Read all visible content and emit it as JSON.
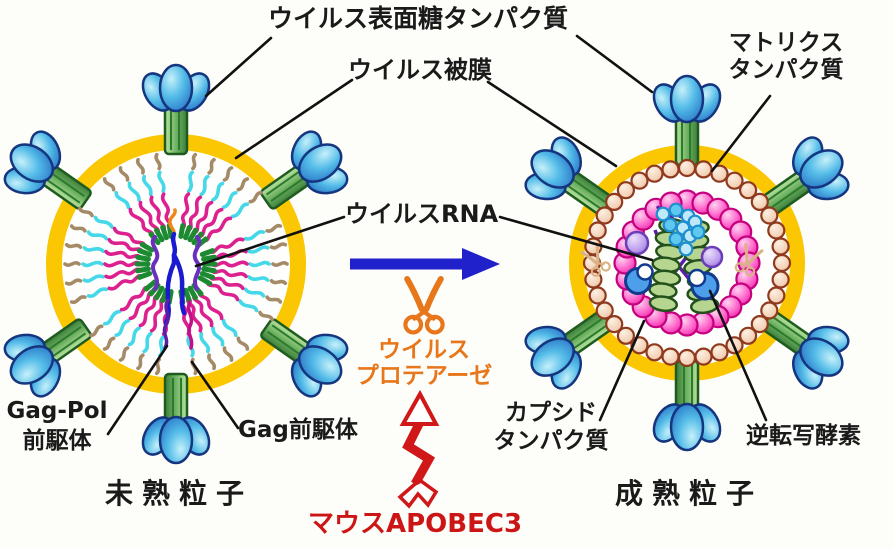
{
  "figure": {
    "labels": {
      "surface_glycoprotein": "ウイルス表面糖タンパク質",
      "envelope": "ウイルス被膜",
      "viral_rna": "ウイルスRNA",
      "matrix_line1": "マトリクス",
      "matrix_line2": "タンパク質",
      "protease_line1": "ウイルス",
      "protease_line2": "プロテアーゼ",
      "gag_pol_line1": "Gag-Pol",
      "gag_pol_line2": "前駆体",
      "gag_precursor": "Gag前駆体",
      "capsid_line1": "カプシド",
      "capsid_line2": "タンパク質",
      "reverse_transcriptase": "逆転写酵素",
      "immature_particle": "未熟粒子",
      "mature_particle": "成熟粒子",
      "mouse_apobec3": "マウスAPOBEC3"
    },
    "icons": {
      "protease_scissors": "scissors-icon",
      "capsid_scissors": "small-tan-scissors-icon",
      "maturation_arrow": "arrow-right-icon",
      "inhibition_arrow": "red-zigzag-arrow-icon"
    },
    "colors": {
      "envelope_yellow": "#FBC702",
      "spike_blue": "#3B9AD9",
      "spike_stem_green": "#5FA850",
      "gag_tan": "#A58A68",
      "gag_cyan": "#45D8E8",
      "gag_magenta": "#DD2090",
      "gag_green": "#1C8A30",
      "rna_purple": "#6A2FBF",
      "rna_blue": "#1A1AD0",
      "matrix_bead_beige": "#F5DBC8",
      "capsid_bead_pink": "#FF5FC8",
      "nucleocapsid_coil_green": "#B6D690",
      "protease_orange": "#E8761A",
      "apobec_red": "#CC1515",
      "arrow_blue": "#2121CC",
      "label_black": "#1A1A1A"
    }
  }
}
